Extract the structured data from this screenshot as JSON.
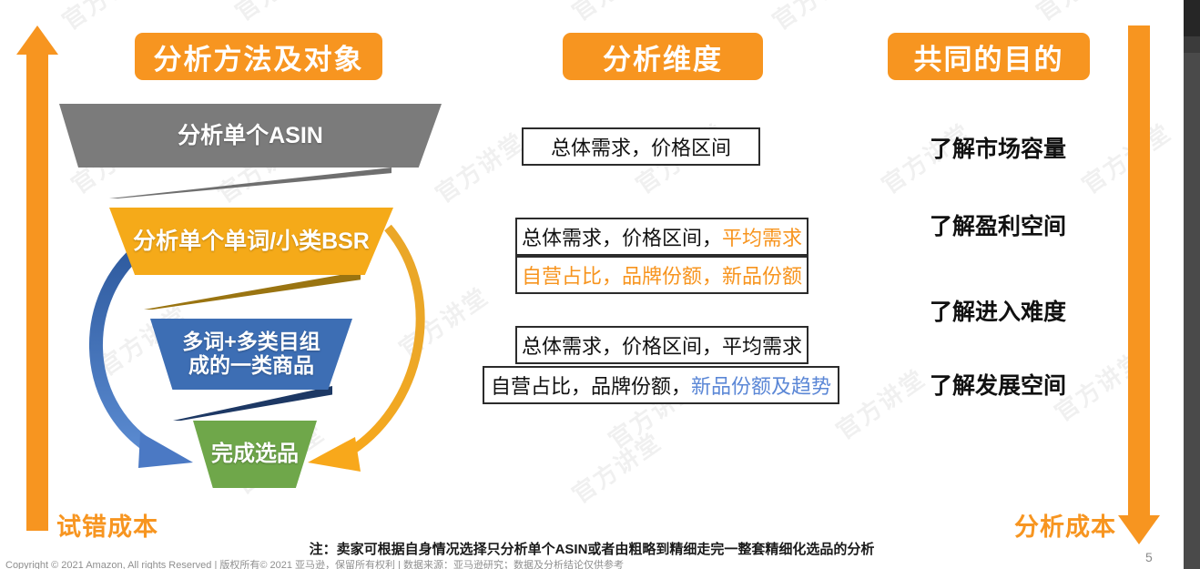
{
  "slide": {
    "page_number": "5",
    "note": "注：卖家可根据自身情况选择只分析单个ASIN或者由粗略到精细走完一整套精细化选品的分析",
    "copyright": "Copyright © 2021 Amazon, All rights Reserved | 版权所有© 2021 亚马逊，保留所有权利 | 数据来源：亚马逊研究；数据及分析结论仅供参考",
    "watermark_text": "官方讲堂"
  },
  "headers": {
    "method": "分析方法及对象",
    "dimension": "分析维度",
    "goal": "共同的目的"
  },
  "axis": {
    "left_arrow_label": "试错成本",
    "right_arrow_label": "分析成本",
    "left_arrow_direction": "up",
    "right_arrow_direction": "down"
  },
  "funnel": {
    "layers": [
      {
        "label": "分析单个ASIN",
        "color": "#7b7b7b"
      },
      {
        "label": "分析单个单词/小类BSR",
        "color": "#F5AA19"
      },
      {
        "label_line1": "多词+多类目组",
        "label_line2": "成的一类商品",
        "color": "#3D6EB4"
      },
      {
        "label": "完成选品",
        "color": "#6FA74A"
      }
    ]
  },
  "dimensions": {
    "group1": [
      {
        "plain": "总体需求，价格区间",
        "highlight": "",
        "highlight_color": ""
      }
    ],
    "group2": [
      {
        "plain": "总体需求，价格区间，",
        "highlight": "平均需求",
        "highlight_color": "#F7941E"
      },
      {
        "plain": "",
        "highlight": "自营占比，品牌份额，新品份额",
        "highlight_color": "#F7941E"
      }
    ],
    "group3": [
      {
        "plain": "总体需求，价格区间，平均需求",
        "highlight": "",
        "highlight_color": ""
      },
      {
        "plain": "自营占比，品牌份额，",
        "highlight": "新品份额及趋势",
        "highlight_color": "#5B87D6"
      }
    ]
  },
  "goals": [
    "了解市场容量",
    "了解盈利空间",
    "了解进入难度",
    "了解发展空间"
  ],
  "colors": {
    "accent_orange": "#F79520",
    "funnel_grey": "#7b7b7b",
    "funnel_yellow": "#F5AA19",
    "funnel_blue": "#3D6EB4",
    "funnel_green": "#6FA74A",
    "highlight_blue": "#5B87D6"
  }
}
